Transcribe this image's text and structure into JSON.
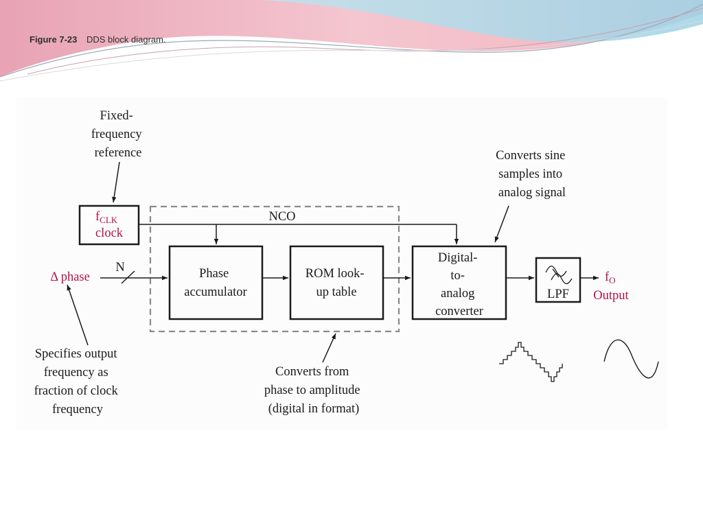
{
  "caption": {
    "figure_label": "Figure 7-23",
    "title": "DDS block diagram."
  },
  "labels": {
    "fixed_reference": [
      "Fixed-",
      "frequency",
      "reference"
    ],
    "clock_f": "f",
    "clock_sub": "CLK",
    "clock_word": "clock",
    "nco": "NCO",
    "delta_phase": "Δ phase",
    "n_bits": "N",
    "phase_accumulator": [
      "Phase",
      "accumulator"
    ],
    "rom_lookup": [
      "ROM look-",
      "up table"
    ],
    "dac": [
      "Digital-",
      "to-",
      "analog",
      "converter"
    ],
    "lpf": "LPF",
    "output_f": "f",
    "output_sub": "O",
    "output_word": "Output",
    "converts_sine": [
      "Converts sine",
      "samples into",
      "analog signal"
    ],
    "specifies_output": [
      "Specifies output",
      "frequency as",
      "fraction of clock",
      "frequency"
    ],
    "converts_phase": [
      "Converts from",
      "phase to amplitude",
      "(digital in format)"
    ]
  },
  "colors": {
    "accent_red": "#b0124a",
    "ink": "#1a1a1a",
    "nco_dash": "#8a8a8a"
  }
}
